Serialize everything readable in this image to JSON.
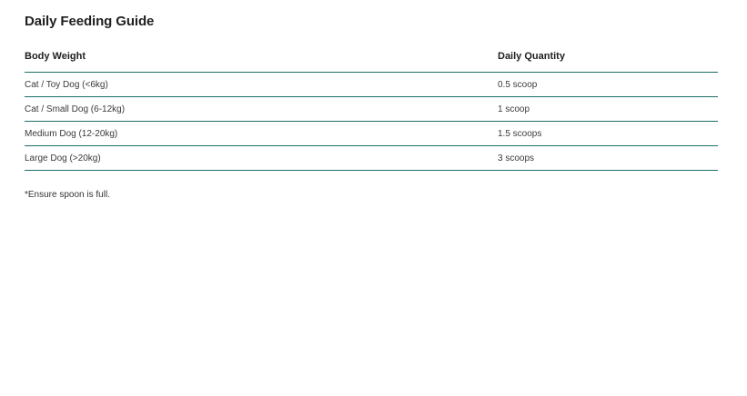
{
  "guide": {
    "title": "Daily Feeding Guide",
    "columns": {
      "weight": "Body Weight",
      "quantity": "Daily Quantity"
    },
    "rows": [
      {
        "weight": "Cat / Toy Dog (<6kg)",
        "quantity": "0.5 scoop"
      },
      {
        "weight": "Cat / Small Dog (6-12kg)",
        "quantity": "1 scoop"
      },
      {
        "weight": "Medium Dog (12-20kg)",
        "quantity": "1.5 scoops"
      },
      {
        "weight": "Large Dog (>20kg)",
        "quantity": "3 scoops"
      }
    ],
    "footnote": "*Ensure spoon is full.",
    "accent_color": "#1d6f68"
  }
}
